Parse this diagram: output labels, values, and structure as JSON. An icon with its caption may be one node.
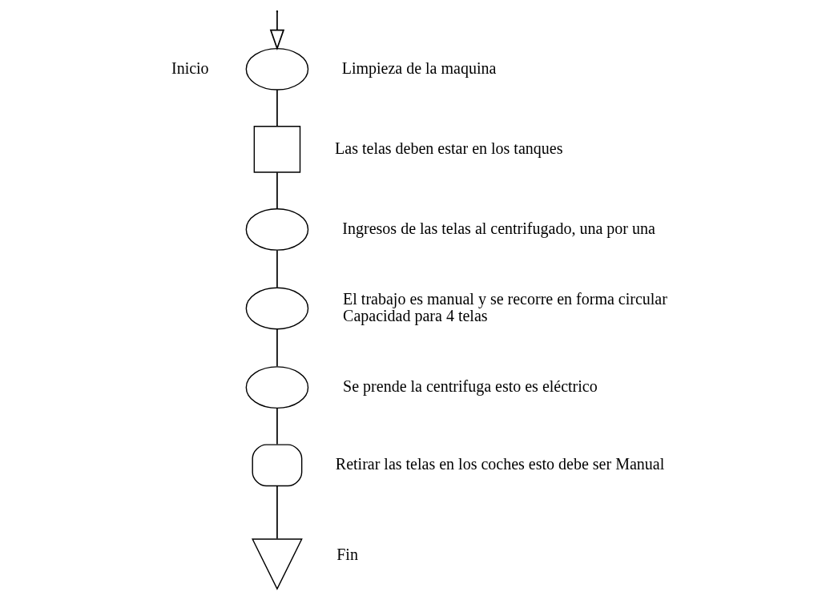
{
  "diagram": {
    "nodes": [
      {
        "text": [],
        "shape": "circle",
        "beside": [
          "Limpieza de la maquina"
        ]
      },
      {
        "text": [],
        "shape": "box",
        "beside": [
          "Las telas deben estar en los tanques"
        ]
      },
      {
        "text": [],
        "shape": "circle",
        "beside": [
          "Ingresos de las telas al centrifugado, una por una"
        ]
      },
      {
        "text": [],
        "shape": "circle",
        "beside": [
          "El trabajo es manual y se recorre en forma circular",
          "Capacidad para 4 telas"
        ]
      },
      {
        "text": [],
        "shape": "circle",
        "beside": [
          "Se prende la centrifuga esto es eléctrico"
        ]
      },
      {
        "text": [],
        "shape": "delay",
        "beside": [
          "Retirar las telas en los coches esto debe ser Manual"
        ]
      },
      {
        "text": [],
        "shape": "triangle",
        "beside": [
          "Fin"
        ]
      }
    ],
    "edges": [
      {
        "from": null,
        "to": 0,
        "arrow": "to"
      },
      {
        "from": 0,
        "to": 1,
        "arrow": "none"
      },
      {
        "from": 1,
        "to": 2,
        "arrow": "none"
      },
      {
        "from": 2,
        "to": 3,
        "arrow": "none"
      },
      {
        "from": 3,
        "to": 4,
        "arrow": "none"
      },
      {
        "from": 4,
        "to": 5,
        "arrow": "none"
      },
      {
        "from": 5,
        "to": 6,
        "arrow": "none"
      }
    ],
    "labels": [
      "Inicio"
    ]
  }
}
